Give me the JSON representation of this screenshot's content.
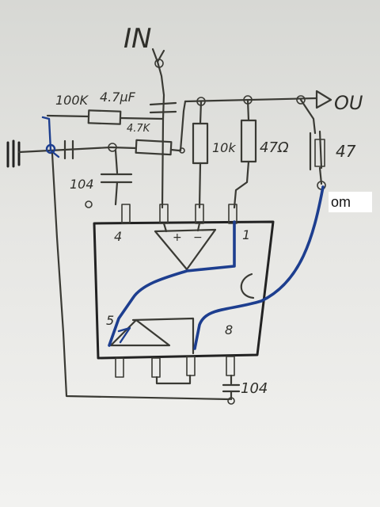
{
  "labels": {
    "input": "IN",
    "output": "OU",
    "r_100k": "100K",
    "c_47uf": "4.7μF",
    "r_47k": "4.7K",
    "c_104_left": "104",
    "r_10k": "10k",
    "r_47_ohm": "47Ω",
    "c_47_right": "47",
    "pin_4": "4",
    "pin_1": "1",
    "pin_5": "5",
    "pin_8": "8",
    "c_104_bottom": "104",
    "plus": "+",
    "minus": "−",
    "callout": "om"
  }
}
